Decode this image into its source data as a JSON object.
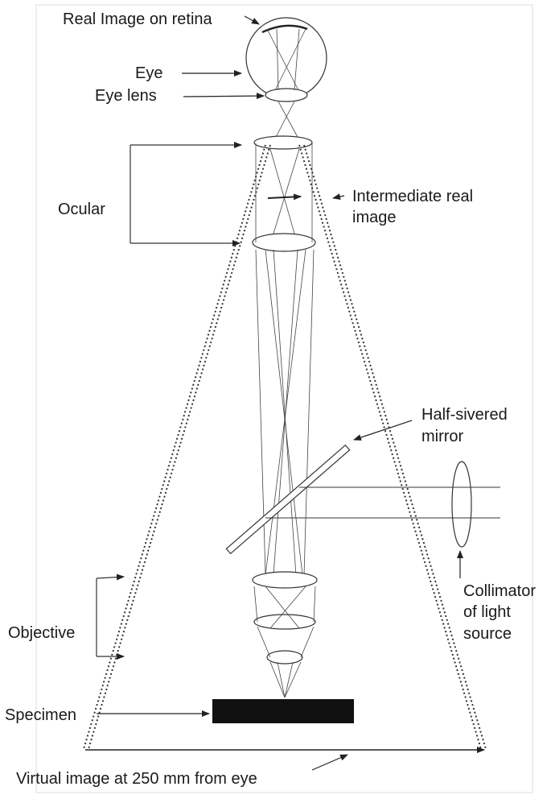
{
  "labels": {
    "real_image_on_retina": "Real Image on retina",
    "eye": "Eye",
    "eye_lens": "Eye lens",
    "ocular": "Ocular",
    "intermediate_line1": "Intermediate real",
    "intermediate_line2": "image",
    "half_silvered_line1": "Half-sivered",
    "half_silvered_line2": "mirror",
    "collimator_line1": "Collimator",
    "collimator_line2": "of light",
    "collimator_line3": "source",
    "objective": "Objective",
    "specimen": "Specimen",
    "virtual_image": "Virtual image at 250 mm from eye"
  },
  "colors": {
    "line": "#333333",
    "specimen": "#111111",
    "background": "#ffffff"
  }
}
